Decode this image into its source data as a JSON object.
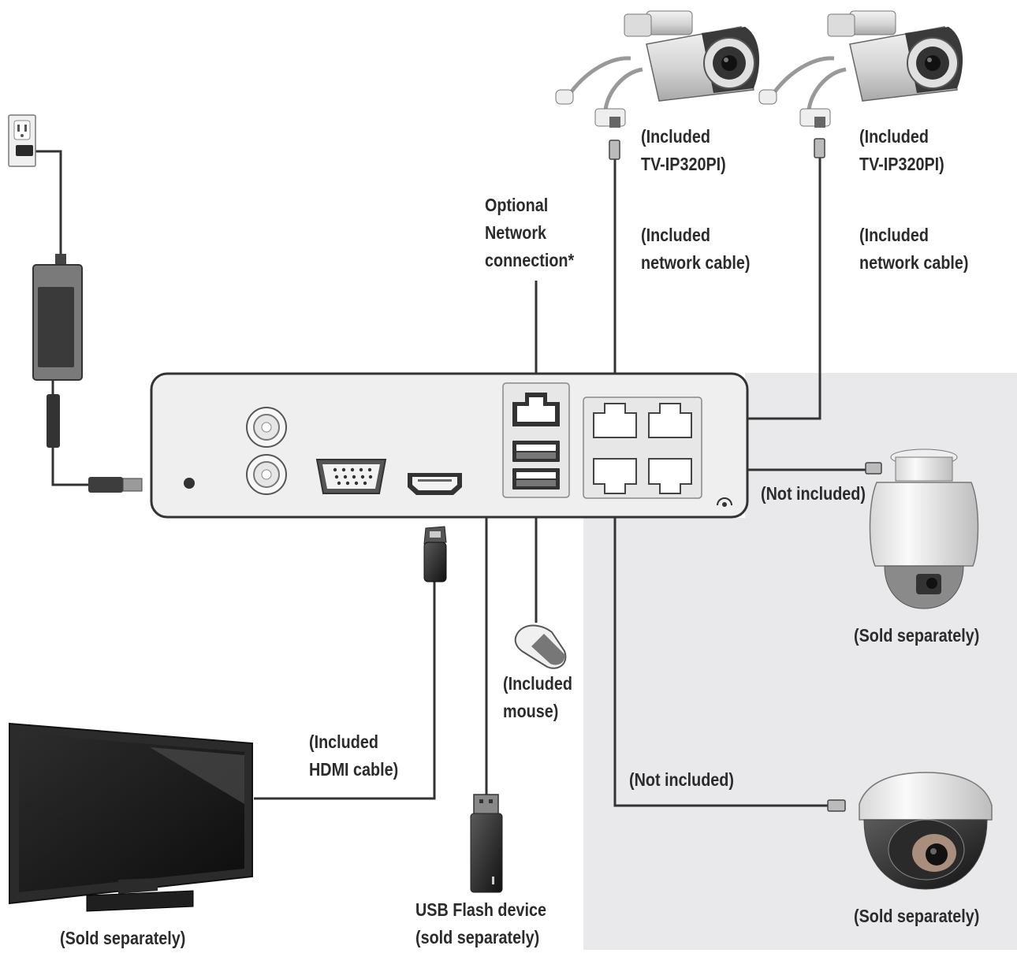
{
  "labels": {
    "camera_1": {
      "line1": "(Included",
      "line2": "TV-IP320PI)"
    },
    "camera_2": {
      "line1": "(Included",
      "line2": "TV-IP320PI)"
    },
    "network_cable_1": {
      "line1": "(Included",
      "line2": "network cable)"
    },
    "network_cable_2": {
      "line1": "(Included",
      "line2": "network cable)"
    },
    "optional_network": {
      "line1": "Optional",
      "line2": "Network",
      "line3": "connection*"
    },
    "not_included_1": "(Not included)",
    "not_included_2": "(Not included)",
    "ptz_camera": "(Sold separately)",
    "dome_camera": "(Sold separately)",
    "mouse": {
      "line1": "(Included",
      "line2": "mouse)"
    },
    "hdmi_cable": {
      "line1": "(Included",
      "line2": "HDMI cable)"
    },
    "usb_flash": {
      "line1": "USB Flash device",
      "line2": "(sold separately)"
    },
    "tv": "(Sold separately)"
  },
  "colors": {
    "cable": "#333333",
    "panel_fill": "#efefef",
    "shaded_area": "#e9e9eb",
    "text": "#2b2b2b"
  },
  "icons": [
    "wall-outlet-icon",
    "power-adapter-icon",
    "network-camera-icon",
    "ptz-camera-icon",
    "dome-camera-icon",
    "mouse-icon",
    "usb-flash-drive-icon",
    "television-icon",
    "hdmi-plug-icon",
    "rj45-plug-icon"
  ]
}
